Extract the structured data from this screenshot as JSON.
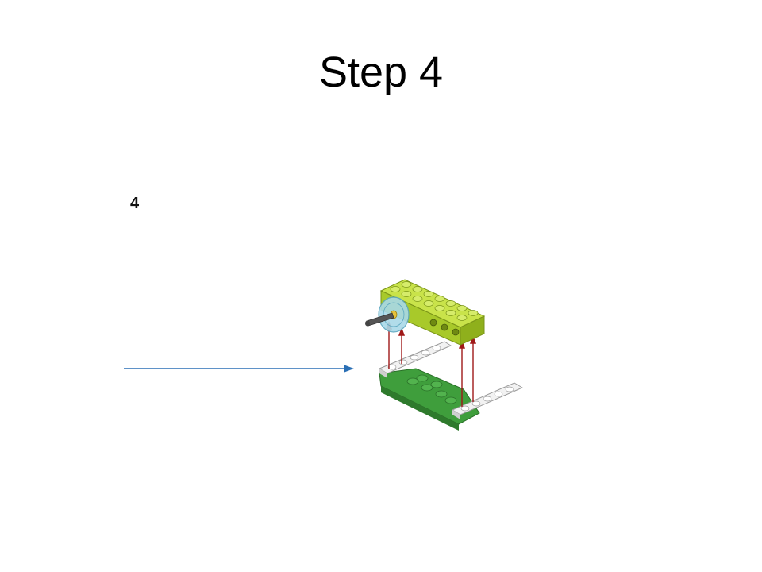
{
  "slide": {
    "title": "Step 4",
    "step_number": "4"
  },
  "colors": {
    "arrow": "#2a6fb5",
    "guide_arrows": "#a01818",
    "brick_lime": "#b6d52c",
    "plate_green": "#3f9e3c",
    "plate_white": "#f2f2f2",
    "gear_transparent": "#a9d9e8",
    "axle": "#555555"
  },
  "illustration": {
    "parts": [
      "lime-brick-1x8",
      "transparent-gear",
      "axle",
      "white-plate-left",
      "white-plate-right",
      "green-base-plate"
    ],
    "guide_arrow_count": 4
  }
}
